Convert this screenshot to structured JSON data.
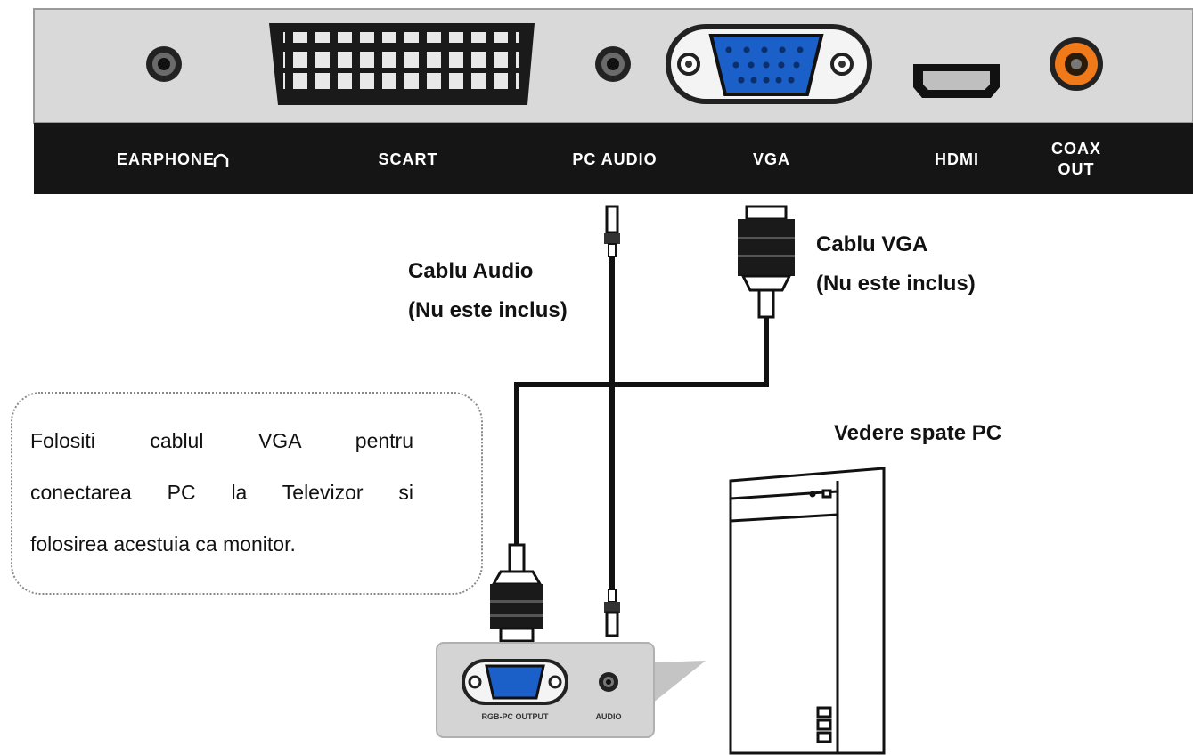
{
  "tv_panel": {
    "ports": [
      {
        "id": "earphone",
        "label": "EARPHONE"
      },
      {
        "id": "scart",
        "label": "SCART"
      },
      {
        "id": "pc-audio",
        "label": "PC AUDIO"
      },
      {
        "id": "vga",
        "label": "VGA"
      },
      {
        "id": "hdmi",
        "label": "HDMI"
      },
      {
        "id": "coax-out",
        "label_line1": "COAX",
        "label_line2": "OUT"
      }
    ]
  },
  "cables": {
    "audio": {
      "line1": "Cablu Audio",
      "line2": "(Nu este inclus)"
    },
    "vga": {
      "line1": "Cablu VGA",
      "line2": "(Nu este inclus)"
    }
  },
  "note": {
    "lines": [
      "Folositi cablul VGA pentru",
      "conectarea PC la Televizor si",
      "folosirea acestuia ca monitor."
    ]
  },
  "pc": {
    "title": "Vedere spate PC",
    "port_labels": {
      "rgb": "RGB-PC OUTPUT",
      "audio": "AUDIO"
    }
  },
  "colors": {
    "vga_blue": "#1b5fc8",
    "coax_orange": "#f07a1a",
    "panel_dark": "#151515",
    "panel_light": "#d9d9d9"
  }
}
